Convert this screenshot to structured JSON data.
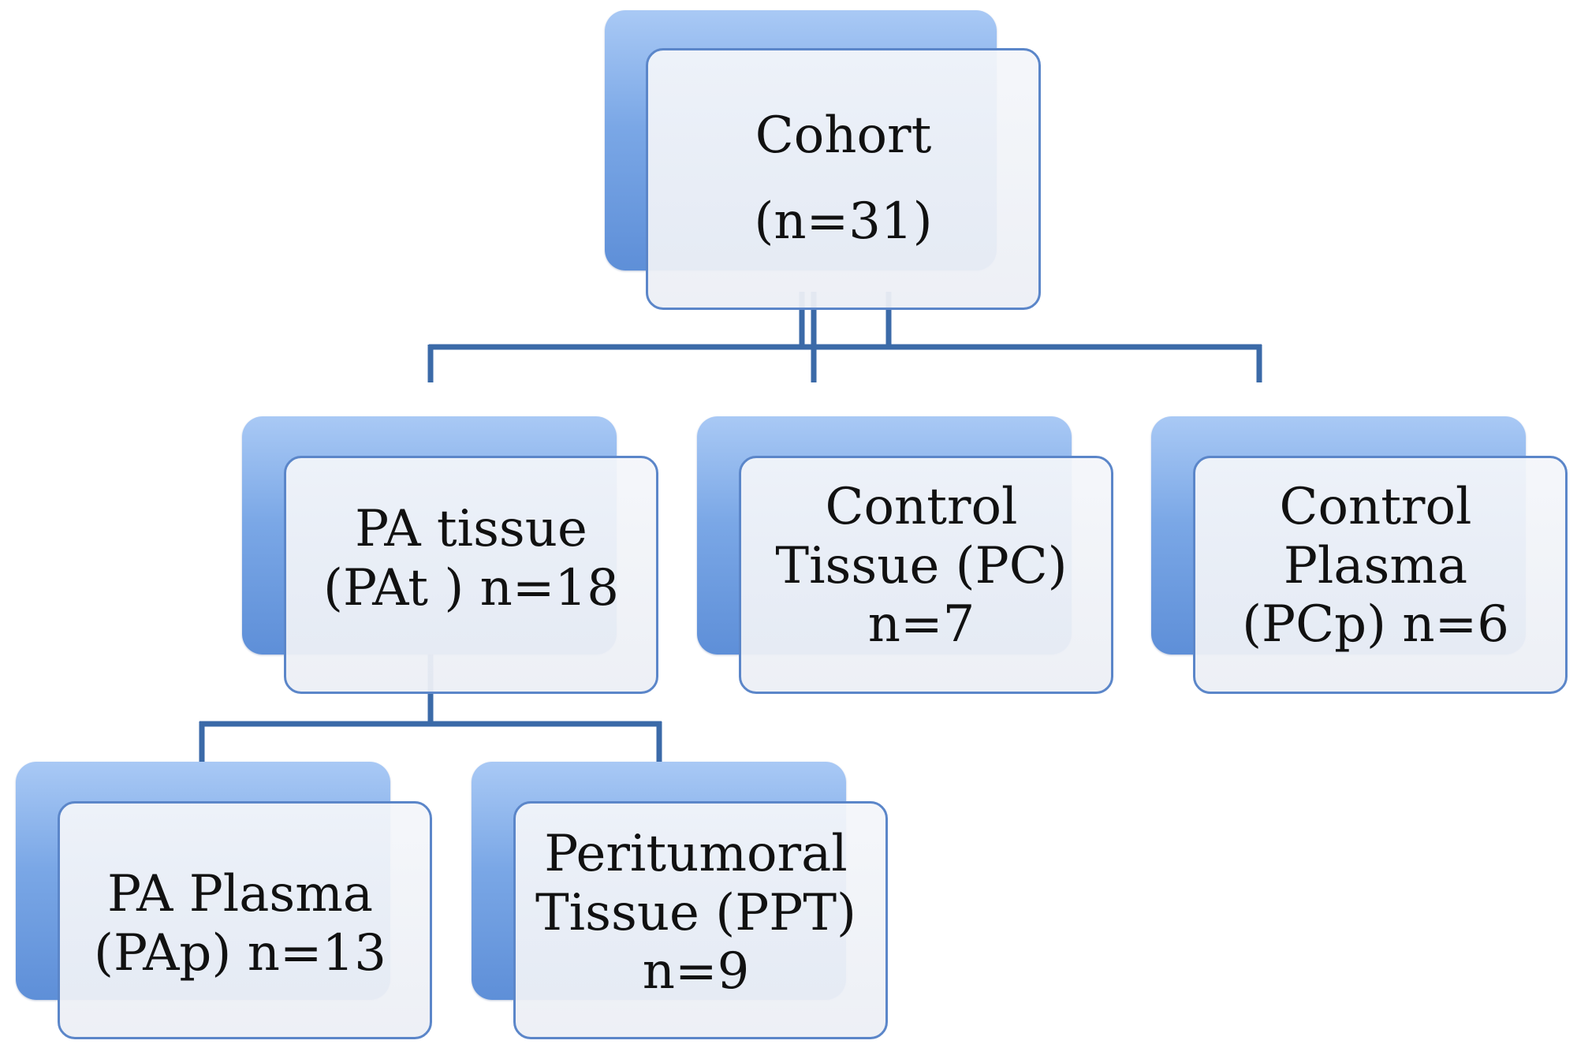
{
  "colors": {
    "connector": "#3b6aa8",
    "box_back": "#7aa7e6",
    "box_border": "#5b86c9",
    "box_fill": "#eef1f6"
  },
  "nodes": {
    "cohort": {
      "line1": "Cohort",
      "line2": "(n=31)"
    },
    "pa_tissue": {
      "line1": "PA tissue",
      "line2": "(PAt ) n=18"
    },
    "control_tissue": {
      "line1": "Control",
      "line2": "Tissue (PC)",
      "line3": "n=7"
    },
    "control_plasma": {
      "line1": "Control",
      "line2": "Plasma",
      "line3": "(PCp) n=6"
    },
    "pa_plasma": {
      "line1": "PA Plasma",
      "line2": "(PAp) n=13"
    },
    "peritumoral_tissue": {
      "line1": "Peritumoral",
      "line2": "Tissue (PPT)",
      "line3": "n=9"
    }
  }
}
